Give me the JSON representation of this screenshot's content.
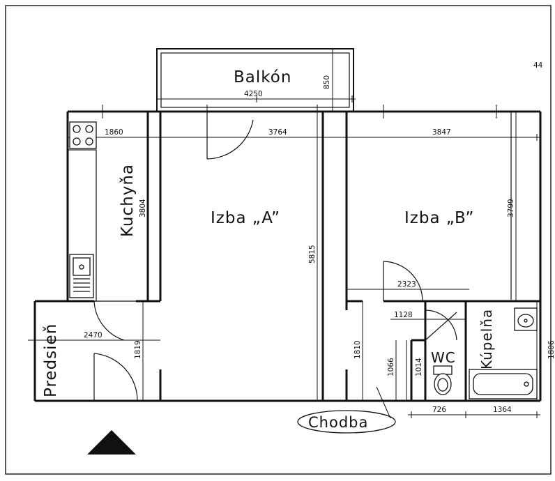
{
  "rooms": {
    "balkon": "Balkón",
    "izba_a": "Izba „A”",
    "izba_b": "Izba „B”",
    "kuchyna": "Kuchyňa",
    "predsien": "Predsieň",
    "wc": "WC",
    "kupelna": "Kúpelňa",
    "chodba": "Chodba"
  },
  "dimensions": {
    "balkon_width": "4250",
    "balkon_depth": "850",
    "kitchen_width": "1860",
    "izba_a_width": "3764",
    "izba_b_width": "3847",
    "kitchen_height": "3804",
    "izba_a_height": "5815",
    "izba_b_height": "3799",
    "predsien_width": "2470",
    "predsien_height": "1819",
    "chodba_width": "2323",
    "wc_width": "1128",
    "chodba_height": "1810",
    "chodba_small": "1066",
    "wc_height": "1014",
    "wc_bottom": "726",
    "kupelna_bottom": "1364",
    "kupelna_height": "1806"
  },
  "corner_number": "44",
  "icons": {
    "north": "north-arrow-icon",
    "stove": "stove-icon",
    "sink": "kitchen-sink-icon",
    "washbasin": "washbasin-icon",
    "toilet": "toilet-icon",
    "bathtub": "bathtub-icon"
  }
}
